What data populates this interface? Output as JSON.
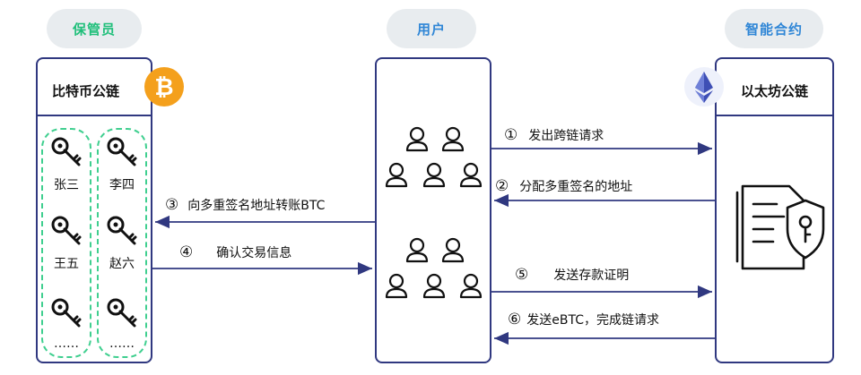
{
  "headers": {
    "custodian": "保管员",
    "user": "用户",
    "contract": "智能合约"
  },
  "bitcoin_chain": {
    "title": "比特币公链",
    "icon": "bitcoin-icon",
    "keys": [
      {
        "label": "张三"
      },
      {
        "label": "李四"
      },
      {
        "label": "王五"
      },
      {
        "label": "赵六"
      },
      {
        "label": "……"
      },
      {
        "label": "……"
      }
    ]
  },
  "ethereum_chain": {
    "title": "以太坊公链",
    "icon": "ethereum-icon",
    "document_icon": "contract-document-shield-icon"
  },
  "users_icon": "user-group-icon",
  "steps": [
    {
      "num": "①",
      "text": "发出跨链请求"
    },
    {
      "num": "②",
      "text": "分配多重签名的地址"
    },
    {
      "num": "③",
      "text": "向多重签名地址转账BTC"
    },
    {
      "num": "④",
      "text": "确认交易信息"
    },
    {
      "num": "⑤",
      "text": "发送存款证明"
    },
    {
      "num": "⑥",
      "text": "发送eBTC，完成链请求"
    }
  ],
  "colors": {
    "frame": "#303880",
    "custodian_label": "#1fbf7a",
    "contract_label": "#2f86d6",
    "bitcoin": "#f4a01c",
    "ethereum": "#5b6fc7",
    "dashed": "#3fcf8f"
  }
}
